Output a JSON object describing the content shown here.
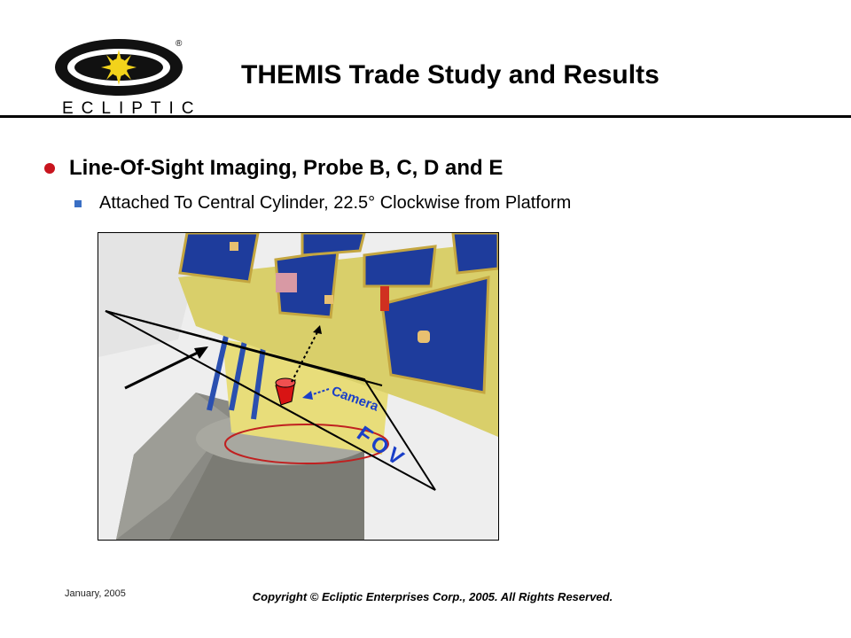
{
  "logo": {
    "brand_text": "ECLIPTIC",
    "registered_mark": "®"
  },
  "header": {
    "title": "THEMIS Trade Study and Results"
  },
  "content": {
    "bullet_main": "Line-Of-Sight Imaging, Probe B, C, D and E",
    "bullet_sub": "Attached To Central Cylinder, 22.5° Clockwise from Platform"
  },
  "figure": {
    "camera_label": "Camera",
    "fov_label": "FOV"
  },
  "footer": {
    "date": "January, 2005",
    "copyright": "Copyright © Ecliptic Enterprises Corp., 2005. All Rights Reserved."
  },
  "colors": {
    "bullet_dot": "#c8141e",
    "bullet_square": "#3a6fc4",
    "panel_blue": "#1e3c9c",
    "camera_red": "#d81414"
  }
}
